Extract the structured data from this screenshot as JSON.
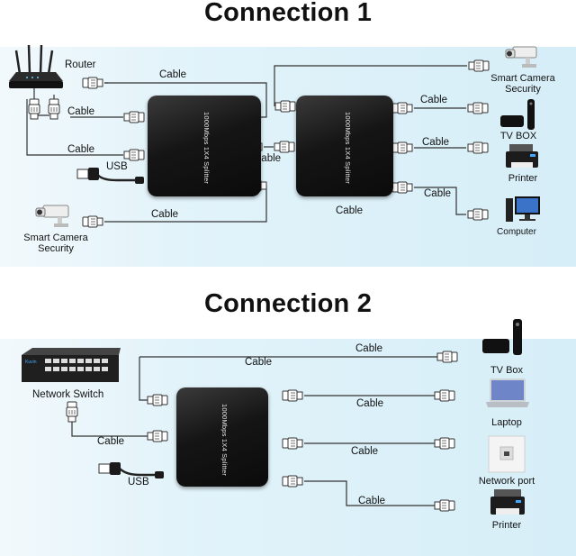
{
  "connection1": {
    "title": "Connection 1",
    "router_label": "Router",
    "camera_top_label_line1": "Smart Camera",
    "camera_top_label_line2": "Security",
    "camera_left_label_line1": "Smart Camera",
    "camera_left_label_line2": "Security",
    "tvbox_label": "TV BOX",
    "printer_label": "Printer",
    "computer_label": "Computer",
    "usb_label": "USB",
    "cable_labels": [
      "Cable",
      "Cable",
      "Cable",
      "Cable",
      "Cable",
      "Cable",
      "Cable",
      "Cable",
      "Cable"
    ],
    "splitter_text": "1000Mbps 1X4 Splitter"
  },
  "connection2": {
    "title": "Connection 2",
    "switch_label": "Network Switch",
    "switch_brand": "Kuvin",
    "tvbox_label": "TV Box",
    "laptop_label": "Laptop",
    "port_label": "Network port",
    "printer_label": "Printer",
    "usb_label": "USB",
    "cable_labels": [
      "Cable",
      "Cable",
      "Cable",
      "Cable",
      "Cable",
      "Cable"
    ],
    "splitter_text": "1000Mbps 1X4 Splitter"
  },
  "colors": {
    "panel_bg": "#dcf0f8",
    "device_body": "#111111",
    "wire": "#333333"
  }
}
